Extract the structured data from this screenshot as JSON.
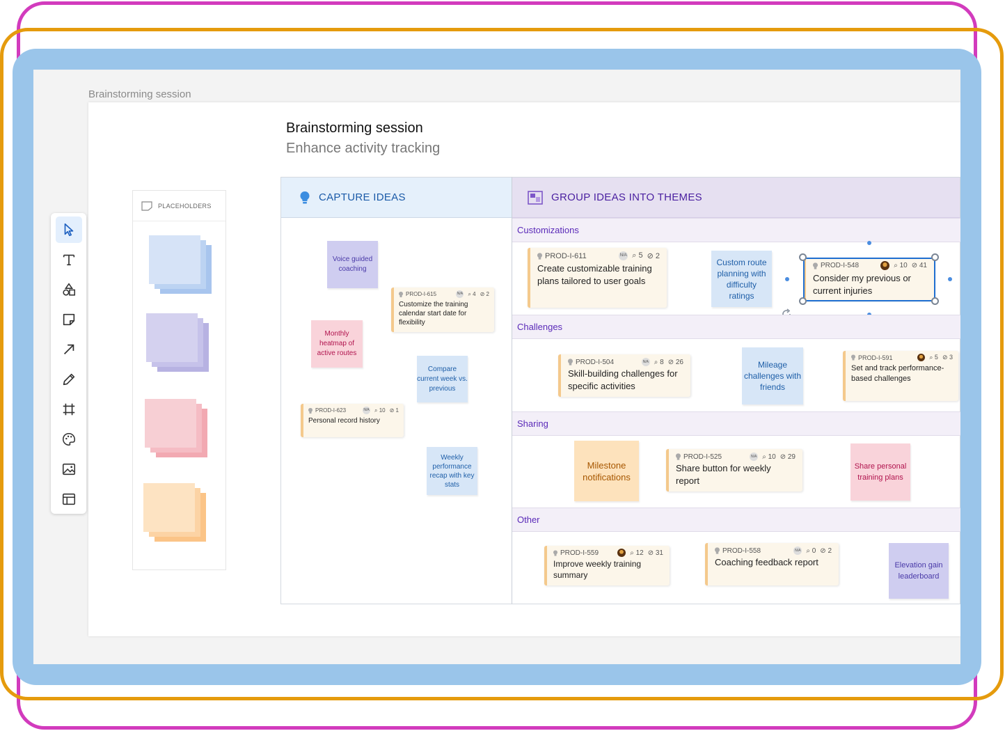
{
  "breadcrumb": "Brainstorming session",
  "board": {
    "title": "Brainstorming session",
    "subtitle": "Enhance activity tracking"
  },
  "toolbar": [
    "pointer-icon",
    "text-icon",
    "shapes-icon",
    "sticky-note-icon",
    "arrow-icon",
    "pen-icon",
    "frame-icon",
    "palette-icon",
    "image-icon",
    "template-icon"
  ],
  "placeholders": {
    "label": "PLACEHOLDERS",
    "colors": [
      "#d6e3f7",
      "#d4d1ef",
      "#f7cfd4",
      "#fde3c2"
    ]
  },
  "capture": {
    "header": "CAPTURE IDEAS",
    "notes": [
      {
        "text": "Voice guided coaching"
      },
      {
        "text": "Monthly heatmap of active routes"
      },
      {
        "text": "Compare current week vs. previous"
      },
      {
        "text": "Weekly performance recap with key stats"
      }
    ],
    "ideas": [
      {
        "key": "PROD-I-615",
        "na": "N/A",
        "votes": "4",
        "count": "2",
        "title": "Customize the training calendar start date for flexibility"
      },
      {
        "key": "PROD-I-623",
        "na": "N/A",
        "votes": "10",
        "count": "1",
        "title": "Personal record history"
      }
    ]
  },
  "group": {
    "header": "GROUP IDEAS INTO THEMES",
    "themes": [
      {
        "label": "Customizations"
      },
      {
        "label": "Challenges"
      },
      {
        "label": "Sharing"
      },
      {
        "label": "Other"
      }
    ],
    "customizations": {
      "idea1": {
        "key": "PROD-I-611",
        "na": "N/A",
        "votes": "5",
        "count": "2",
        "title": "Create customizable training plans tailored to user goals"
      },
      "note": "Custom route planning with difficulty ratings",
      "idea2": {
        "key": "PROD-I-548",
        "votes": "10",
        "count": "41",
        "title": "Consider my previous or current injuries"
      }
    },
    "challenges": {
      "idea1": {
        "key": "PROD-I-504",
        "na": "N/A",
        "votes": "8",
        "count": "26",
        "title": "Skill-building challenges for specific activities"
      },
      "note": "Mileage challenges with friends",
      "idea2": {
        "key": "PROD-I-591",
        "votes": "5",
        "count": "3",
        "title": "Set and track performance-based challenges"
      }
    },
    "sharing": {
      "note1": "Milestone notifications",
      "idea1": {
        "key": "PROD-I-525",
        "na": "N/A",
        "votes": "10",
        "count": "29",
        "title": "Share button for weekly report"
      },
      "note2": "Share personal training plans"
    },
    "other": {
      "idea1": {
        "key": "PROD-I-559",
        "votes": "12",
        "count": "31",
        "title": "Improve weekly training summary"
      },
      "idea2": {
        "key": "PROD-I-558",
        "na": "N/A",
        "votes": "0",
        "count": "2",
        "title": "Coaching feedback report"
      },
      "note": "Elevation gain leaderboard"
    }
  },
  "colors": {
    "accent": "#1f6fd1",
    "capture_header_bg": "#e5f0fb",
    "group_header_bg": "#e6e0f1",
    "theme_label": "#5a2ab8"
  }
}
